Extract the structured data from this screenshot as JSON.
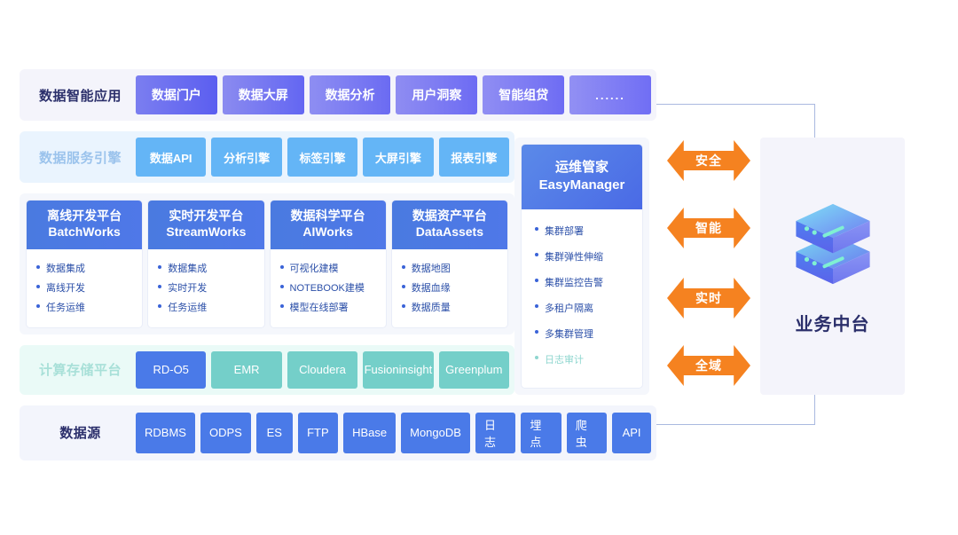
{
  "rows": {
    "apps": {
      "label": "数据智能应用",
      "tiles": [
        "数据门户",
        "数据大屏",
        "数据分析",
        "用户洞察",
        "智能组贷",
        "......"
      ]
    },
    "services": {
      "label": "数据服务引擎",
      "tiles": [
        "数据API",
        "分析引擎",
        "标签引擎",
        "大屏引擎",
        "报表引擎"
      ]
    },
    "platforms": {
      "cards": [
        {
          "cn": "离线开发平台",
          "en": "BatchWorks",
          "items": [
            "数据集成",
            "离线开发",
            "任务运维"
          ]
        },
        {
          "cn": "实时开发平台",
          "en": "StreamWorks",
          "items": [
            "数据集成",
            "实时开发",
            "任务运维"
          ]
        },
        {
          "cn": "数据科学平台",
          "en": "AIWorks",
          "items": [
            "可视化建模",
            "NOTEBOOK建模",
            "模型在线部署"
          ]
        },
        {
          "cn": "数据资产平台",
          "en": "DataAssets",
          "items": [
            "数据地图",
            "数据血缘",
            "数据质量"
          ]
        }
      ]
    },
    "compute": {
      "label": "计算存储平台",
      "tiles": [
        "RD-O5",
        "EMR",
        "Cloudera",
        "Fusioninsight",
        "Greenplum"
      ],
      "active_index": 0
    },
    "sources": {
      "label": "数据源",
      "tiles": [
        "RDBMS",
        "ODPS",
        "ES",
        "FTP",
        "HBase",
        "MongoDB",
        "日志",
        "埋点",
        "爬虫",
        "API"
      ]
    }
  },
  "easymanager": {
    "title_cn": "运维管家",
    "title_en": "EasyManager",
    "items": [
      "集群部署",
      "集群弹性伸缩",
      "集群监控告警",
      "多租户隔离",
      "多集群管理",
      "日志审计"
    ],
    "muted_index": 5
  },
  "arrows": [
    {
      "label": "安全"
    },
    {
      "label": "智能"
    },
    {
      "label": "实时"
    },
    {
      "label": "全域"
    }
  ],
  "business": {
    "title": "业务中台",
    "icon": "stacked-server-icon"
  },
  "colors": {
    "apps_accent": "#6366f2",
    "service_accent": "#64b5f6",
    "platform_accent": "#4a7ae0",
    "compute_accent": "#74cfc9",
    "source_accent": "#4a7ae8",
    "arrow_accent": "#f58220",
    "title_navy": "#2b2f6b",
    "connector": "#aab9e0"
  }
}
